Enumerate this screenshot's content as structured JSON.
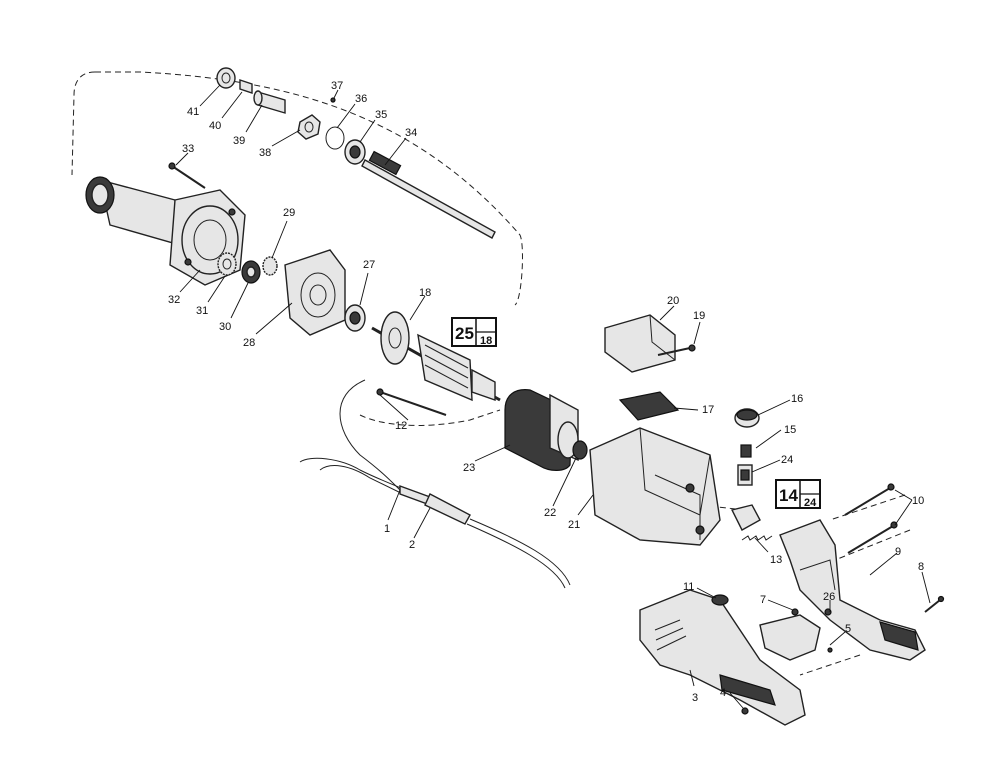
{
  "callouts": {
    "c1": "1",
    "c2": "2",
    "c3": "3",
    "c4": "4",
    "c5": "5",
    "c6": "26",
    "c7": "7",
    "c8": "8",
    "c9": "9",
    "c10": "10",
    "c11": "11",
    "c12": "12",
    "c13": "13",
    "c15": "15",
    "c16": "16",
    "c17": "17",
    "c18": "18",
    "c19": "19",
    "c20": "20",
    "c21": "21",
    "c22": "22",
    "c23": "23",
    "c24": "24",
    "c27": "27",
    "c28": "28",
    "c29": "29",
    "c30": "30",
    "c31": "31",
    "c32": "32",
    "c33": "33",
    "c34": "34",
    "c35": "35",
    "c36": "36",
    "c37": "37",
    "c38": "38",
    "c39": "39",
    "c40": "40",
    "c41": "41"
  },
  "reference_boxes": {
    "box_a": {
      "main": "25",
      "sub": "18"
    },
    "box_b": {
      "main": "14",
      "sub": "24"
    }
  }
}
